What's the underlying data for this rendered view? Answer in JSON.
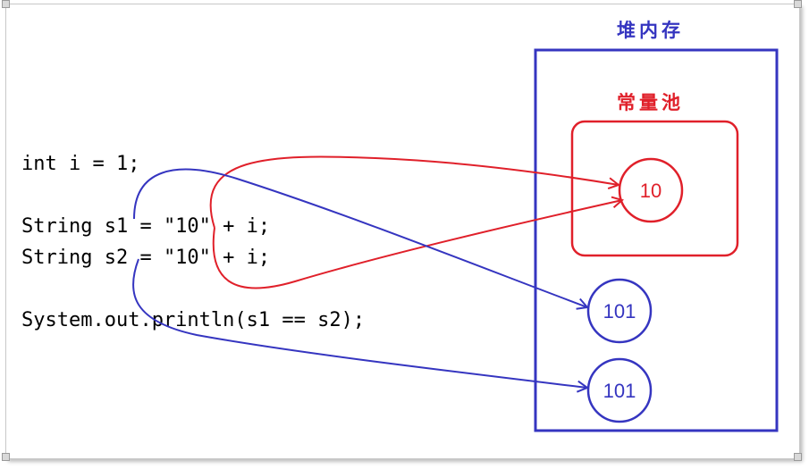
{
  "code": {
    "line1": "int i = 1;",
    "line2": "String s1 = \"10\" + i;",
    "line3": "String s2 = \"10\" + i;",
    "line4": "System.out.println(s1 == s2);"
  },
  "heap": {
    "title": "堆内存"
  },
  "constant_pool": {
    "title": "常量池"
  },
  "nodes": {
    "pool_value": "10",
    "heap_value_1": "101",
    "heap_value_2": "101"
  },
  "colors": {
    "heap": "#3535c0",
    "pool": "#e0202a",
    "code": "#000000"
  }
}
